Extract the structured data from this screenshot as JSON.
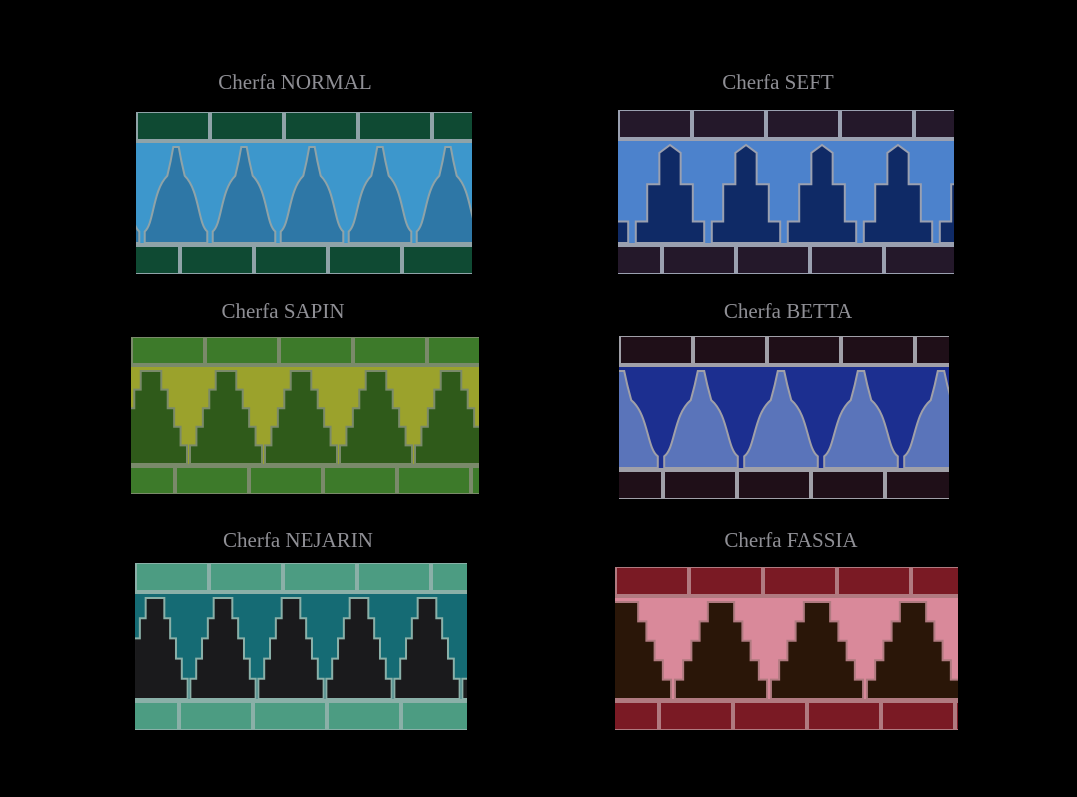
{
  "tiles": [
    {
      "label": "Cherfa NORMAL",
      "pattern": "dome",
      "colors": {
        "border": "#0f4a33",
        "background": "#3d97cc",
        "shape": "#2e77a6",
        "grout": "#8fa3a8"
      }
    },
    {
      "label": "Cherfa SEFT",
      "pattern": "tower",
      "colors": {
        "border": "#24182a",
        "background": "#4c82cc",
        "shape": "#0f2a66",
        "grout": "#9aa0b0"
      }
    },
    {
      "label": "Cherfa SAPIN",
      "pattern": "stepped",
      "colors": {
        "border": "#3d7a2a",
        "background": "#9ba22c",
        "shape": "#2f5a1a",
        "grout": "#7a8a6a"
      }
    },
    {
      "label": "Cherfa BETTA",
      "pattern": "dome-inverse",
      "colors": {
        "border": "#1f0f18",
        "background": "#1c2f90",
        "shape": "#5a74ba",
        "grout": "#a0a0a8"
      }
    },
    {
      "label": "Cherfa NEJARIN",
      "pattern": "stepped",
      "colors": {
        "border": "#4c9c82",
        "background": "#156b74",
        "shape": "#1a1a1c",
        "grout": "#8ab0a8"
      }
    },
    {
      "label": "Cherfa FASSIA",
      "pattern": "stepped",
      "colors": {
        "border": "#7a1a24",
        "background": "#d9899a",
        "shape": "#2a1608",
        "grout": "#b07a80"
      }
    }
  ]
}
